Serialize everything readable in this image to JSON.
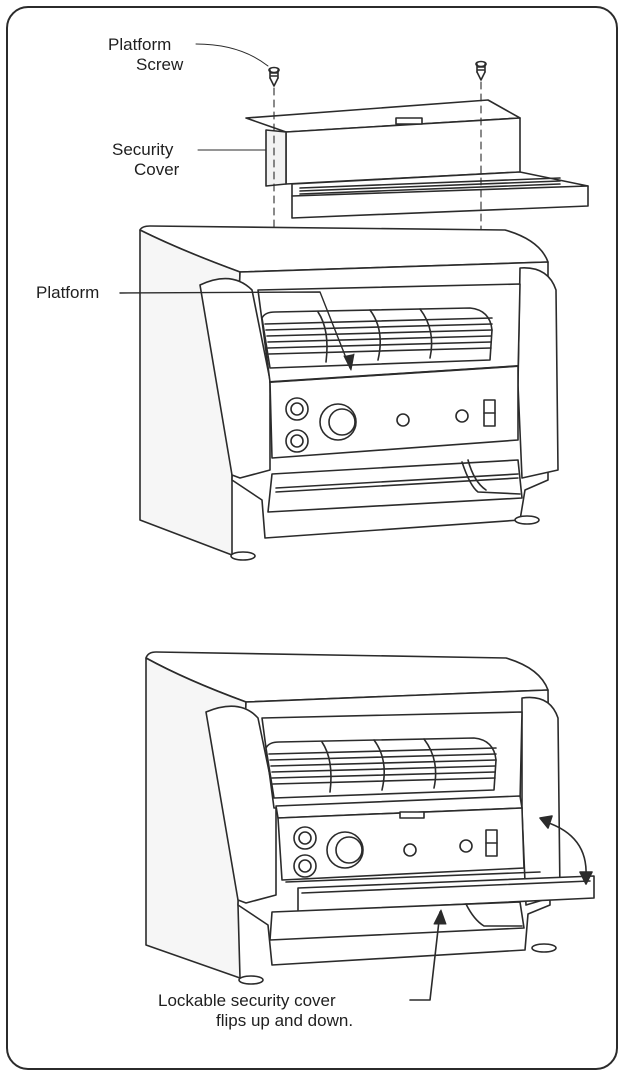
{
  "labels": {
    "platform_screw_1": "Platform",
    "platform_screw_2": "Screw",
    "security_cover_1": "Security",
    "security_cover_2": "Cover",
    "platform": "Platform",
    "lockable_1": "Lockable security cover",
    "lockable_2": "flips up and down."
  },
  "colors": {
    "line": "#2b2b2b",
    "fill": "#ffffff",
    "shade": "#e9e9e9"
  }
}
